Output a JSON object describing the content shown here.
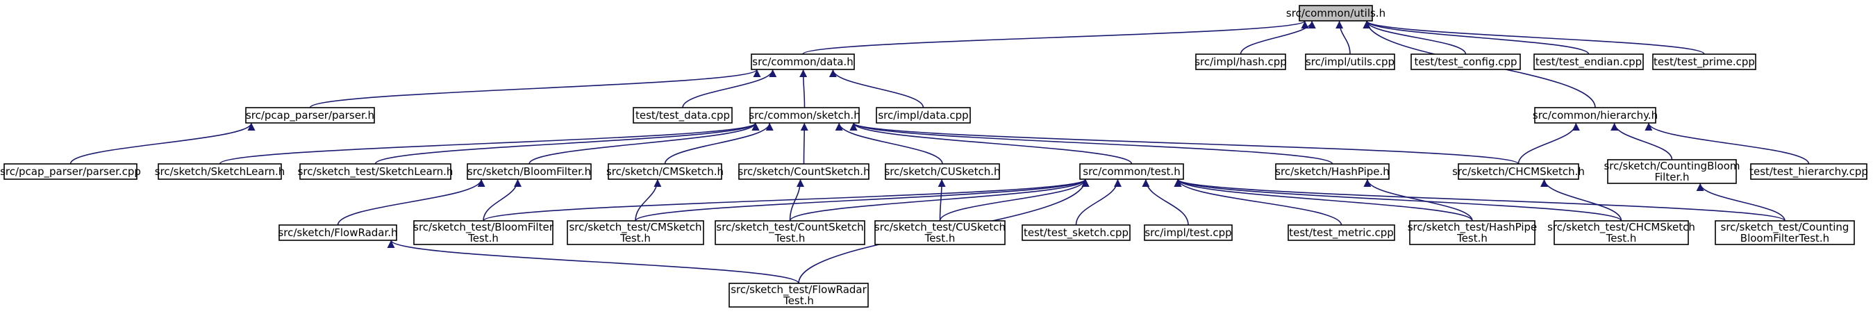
{
  "graph": {
    "nodes": [
      {
        "id": "utils",
        "lines": [
          "src/common/utils.h"
        ],
        "root": true
      },
      {
        "id": "data",
        "lines": [
          "src/common/data.h"
        ]
      },
      {
        "id": "hashcpp",
        "lines": [
          "src/impl/hash.cpp"
        ]
      },
      {
        "id": "utilscpp",
        "lines": [
          "src/impl/utils.cpp"
        ]
      },
      {
        "id": "testconfig",
        "lines": [
          "test/test_config.cpp"
        ]
      },
      {
        "id": "testendian",
        "lines": [
          "test/test_endian.cpp"
        ]
      },
      {
        "id": "testprime",
        "lines": [
          "test/test_prime.cpp"
        ]
      },
      {
        "id": "parserh",
        "lines": [
          "src/pcap_parser/parser.h"
        ]
      },
      {
        "id": "testdata",
        "lines": [
          "test/test_data.cpp"
        ]
      },
      {
        "id": "sketch",
        "lines": [
          "src/common/sketch.h"
        ]
      },
      {
        "id": "datacpp",
        "lines": [
          "src/impl/data.cpp"
        ]
      },
      {
        "id": "hierarchy",
        "lines": [
          "src/common/hierarchy.h"
        ]
      },
      {
        "id": "parsercpp",
        "lines": [
          "src/pcap_parser/parser.cpp"
        ]
      },
      {
        "id": "sketchlearn",
        "lines": [
          "src/sketch/SketchLearn.h"
        ]
      },
      {
        "id": "testsketchlearn",
        "lines": [
          "src/sketch_test/SketchLearn.h"
        ]
      },
      {
        "id": "bloom",
        "lines": [
          "src/sketch/BloomFilter.h"
        ]
      },
      {
        "id": "cms",
        "lines": [
          "src/sketch/CMSketch.h"
        ]
      },
      {
        "id": "count",
        "lines": [
          "src/sketch/CountSketch.h"
        ]
      },
      {
        "id": "cus",
        "lines": [
          "src/sketch/CUSketch.h"
        ]
      },
      {
        "id": "testh",
        "lines": [
          "src/common/test.h"
        ]
      },
      {
        "id": "hashpipe",
        "lines": [
          "src/sketch/HashPipe.h"
        ]
      },
      {
        "id": "chcm",
        "lines": [
          "src/sketch/CHCMSketch.h"
        ]
      },
      {
        "id": "countingbloom",
        "lines": [
          "src/sketch/CountingBloom",
          "Filter.h"
        ]
      },
      {
        "id": "testhier",
        "lines": [
          "test/test_hierarchy.cpp"
        ]
      },
      {
        "id": "flowradar",
        "lines": [
          "src/sketch/FlowRadar.h"
        ]
      },
      {
        "id": "tbloom",
        "lines": [
          "src/sketch_test/BloomFilter",
          "Test.h"
        ]
      },
      {
        "id": "tcms",
        "lines": [
          "src/sketch_test/CMSketch",
          "Test.h"
        ]
      },
      {
        "id": "tcount",
        "lines": [
          "src/sketch_test/CountSketch",
          "Test.h"
        ]
      },
      {
        "id": "tcus",
        "lines": [
          "src/sketch_test/CUSketch",
          "Test.h"
        ]
      },
      {
        "id": "testsketchcpp",
        "lines": [
          "test/test_sketch.cpp"
        ]
      },
      {
        "id": "testcpp",
        "lines": [
          "src/impl/test.cpp"
        ]
      },
      {
        "id": "testmetric",
        "lines": [
          "test/test_metric.cpp"
        ]
      },
      {
        "id": "thashpipe",
        "lines": [
          "src/sketch_test/HashPipe",
          "Test.h"
        ]
      },
      {
        "id": "tchcm",
        "lines": [
          "src/sketch_test/CHCMSketch",
          "Test.h"
        ]
      },
      {
        "id": "tcountingbloom",
        "lines": [
          "src/sketch_test/Counting",
          "BloomFilterTest.h"
        ]
      },
      {
        "id": "tflowradar",
        "lines": [
          "src/sketch_test/FlowRadar",
          "Test.h"
        ]
      }
    ],
    "edges": [
      [
        "data",
        "utils"
      ],
      [
        "hashcpp",
        "utils"
      ],
      [
        "utilscpp",
        "utils"
      ],
      [
        "testconfig",
        "utils"
      ],
      [
        "testendian",
        "utils"
      ],
      [
        "testprime",
        "utils"
      ],
      [
        "hierarchy",
        "utils"
      ],
      [
        "parserh",
        "data"
      ],
      [
        "testdata",
        "data"
      ],
      [
        "sketch",
        "data"
      ],
      [
        "datacpp",
        "data"
      ],
      [
        "parsercpp",
        "parserh"
      ],
      [
        "sketchlearn",
        "sketch"
      ],
      [
        "testsketchlearn",
        "sketch"
      ],
      [
        "bloom",
        "sketch"
      ],
      [
        "cms",
        "sketch"
      ],
      [
        "count",
        "sketch"
      ],
      [
        "cus",
        "sketch"
      ],
      [
        "testh",
        "sketch"
      ],
      [
        "hashpipe",
        "sketch"
      ],
      [
        "chcm",
        "sketch"
      ],
      [
        "chcm",
        "hierarchy"
      ],
      [
        "countingbloom",
        "hierarchy"
      ],
      [
        "testhier",
        "hierarchy"
      ],
      [
        "flowradar",
        "bloom"
      ],
      [
        "tbloom",
        "bloom"
      ],
      [
        "tcms",
        "cms"
      ],
      [
        "tcount",
        "count"
      ],
      [
        "tcus",
        "cus"
      ],
      [
        "tbloom",
        "testh"
      ],
      [
        "tcms",
        "testh"
      ],
      [
        "tcount",
        "testh"
      ],
      [
        "tcus",
        "testh"
      ],
      [
        "testsketchcpp",
        "testh"
      ],
      [
        "testcpp",
        "testh"
      ],
      [
        "tflowradar",
        "testh"
      ],
      [
        "testmetric",
        "testh"
      ],
      [
        "thashpipe",
        "testh"
      ],
      [
        "tchcm",
        "testh"
      ],
      [
        "tcountingbloom",
        "testh"
      ],
      [
        "thashpipe",
        "hashpipe"
      ],
      [
        "tchcm",
        "chcm"
      ],
      [
        "tcountingbloom",
        "countingbloom"
      ],
      [
        "tflowradar",
        "flowradar"
      ]
    ]
  }
}
